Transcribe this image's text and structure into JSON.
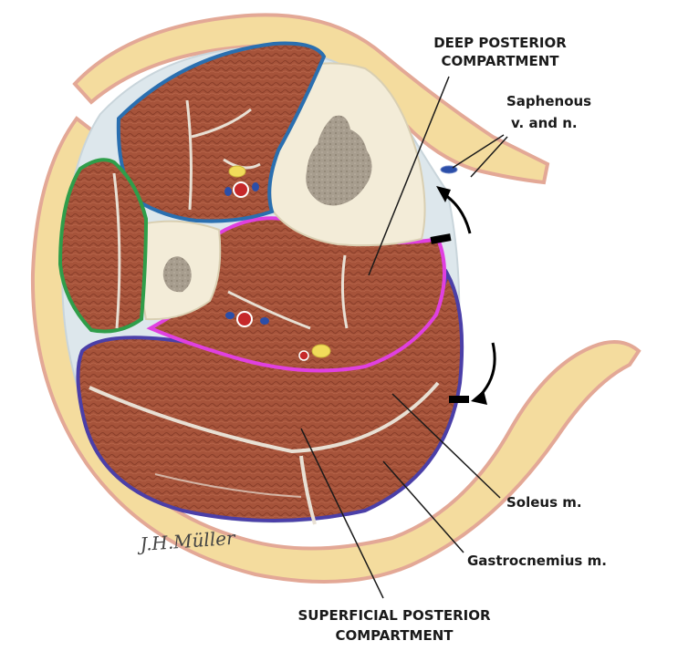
{
  "labels": {
    "deep_posterior_line1": "DEEP POSTERIOR",
    "deep_posterior_line2": "COMPARTMENT",
    "saphenous_line1": "Saphenous",
    "saphenous_line2": "v. and n.",
    "soleus": "Soleus m.",
    "gastrocnemius": "Gastrocnemius m.",
    "superficial_line1": "SUPERFICIAL POSTERIOR",
    "superficial_line2": "COMPARTMENT"
  },
  "signature": "J.H.Müller",
  "colors": {
    "skin_fill": "#f4dc9e",
    "skin_border": "#e3a896",
    "muscle": "#a6533a",
    "muscle_dark": "#7a3524",
    "bone": "#f3ecd8",
    "marrow": "#a79d8e",
    "fascia": "#dde7ec",
    "anterior_compartment": "#2a6fb0",
    "lateral_compartment": "#2f9e4a",
    "deep_posterior_compartment": "#e040e0",
    "superficial_posterior_compartment": "#4b3fa8",
    "artery": "#c6282a",
    "vein": "#2b4ea8",
    "nerve": "#f1dc5a",
    "incision_marker": "#000000"
  }
}
